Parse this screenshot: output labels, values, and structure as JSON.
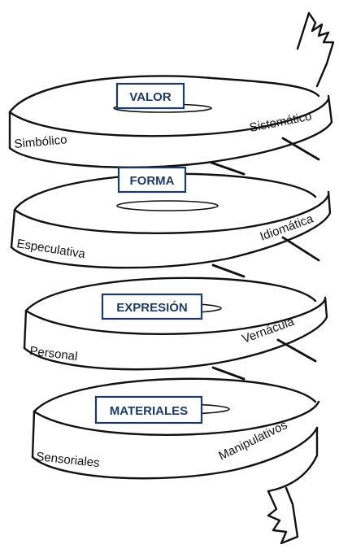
{
  "levels": [
    {
      "category": "VALOR",
      "left_label": "Simbólico",
      "right_label": "Sistemático"
    },
    {
      "category": "FORMA",
      "left_label": "Especulativa",
      "right_label": "Idiomática"
    },
    {
      "category": "EXPRESIÓN",
      "left_label": "Personal",
      "right_label": "Vernácula"
    },
    {
      "category": "MATERIALES",
      "left_label": "Sensoriales",
      "right_label": "Manipulativos"
    }
  ],
  "colors": {
    "box_border": "#1f3a5f",
    "box_text": "#1f3a5f",
    "line": "#111111"
  }
}
